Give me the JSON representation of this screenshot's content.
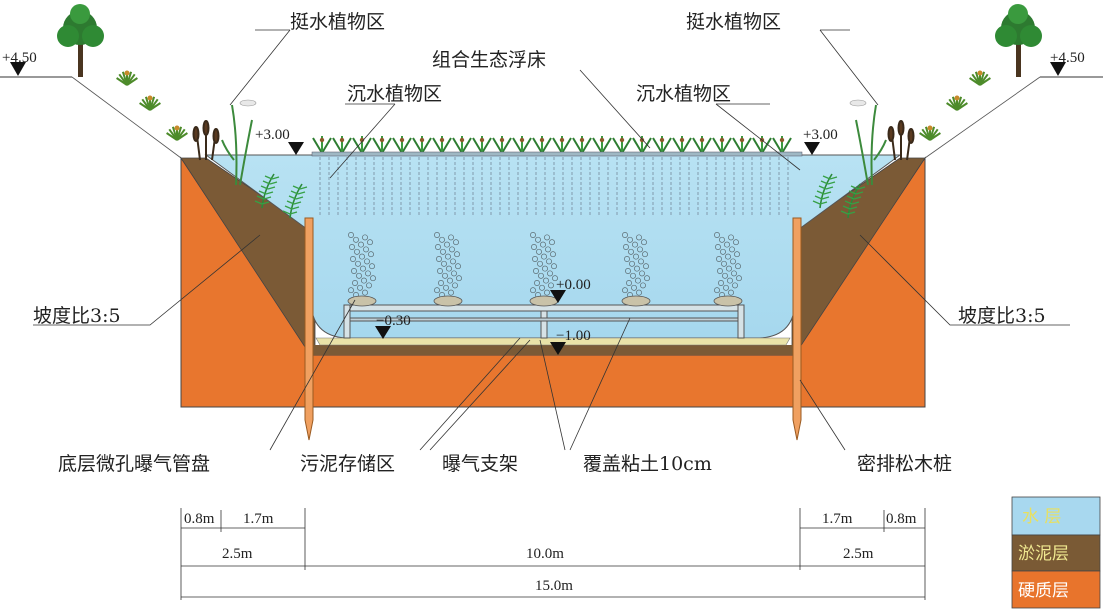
{
  "labels": {
    "emergent_left": "挺水植物区",
    "emergent_right": "挺水植物区",
    "floating_bed": "组合生态浮床",
    "submerged_left": "沉水植物区",
    "submerged_right": "沉水植物区",
    "slope_left": "坡度比3:5",
    "slope_right": "坡度比3:5",
    "aeration_disc": "底层微孔曝气管盘",
    "sludge_zone": "污泥存储区",
    "aeration_frame": "曝气支架",
    "clay_cover": "覆盖粘土10cm",
    "pine_piles": "密排松木桩"
  },
  "elevations": {
    "top_left": "+4.50",
    "top_right": "+4.50",
    "water_left": "+3.00",
    "water_right": "+3.00",
    "zero": "+0.00",
    "minus_030": "−0.30",
    "minus_100": "−1.00"
  },
  "dimensions": {
    "d1": "0.8m",
    "d2": "1.7m",
    "d3": "2.5m",
    "d4": "10.0m",
    "d5": "1.7m",
    "d6": "0.8m",
    "d7": "2.5m",
    "d8": "15.0m"
  },
  "legend": [
    {
      "label": "水  层",
      "color": "#a8d8ef",
      "text_color": "#e8e060"
    },
    {
      "label": "淤泥层",
      "color": "#7a5a35",
      "text_color": "#f0e890"
    },
    {
      "label": "硬质层",
      "color": "#e8742c",
      "text_color": "#ffffff"
    }
  ],
  "colors": {
    "water": "#b3e0f2",
    "hard_layer": "#e8762e",
    "sludge_layer": "#7b5a36",
    "clay": "#e9e2a8",
    "frame": "#c8d6dc",
    "pile": "#f0a060",
    "foliage": "#2e8b3c"
  }
}
